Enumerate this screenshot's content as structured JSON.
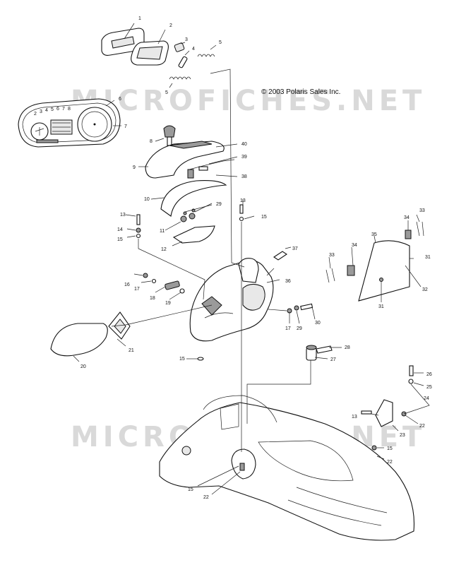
{
  "copyright": "© 2003 Polaris Sales Inc.",
  "watermarks": [
    "MICROFICHES.NET",
    "MICROFICHES.NET"
  ],
  "gauge_scale": [
    "2",
    "3",
    "4",
    "5",
    "6",
    "7",
    "8"
  ],
  "callouts": [
    "1",
    "2",
    "3",
    "4",
    "5",
    "5",
    "6",
    "7",
    "8",
    "9",
    "10",
    "11",
    "12",
    "13",
    "14",
    "15",
    "40",
    "39",
    "38",
    "13",
    "15",
    "29",
    "37",
    "36",
    "35",
    "34",
    "33",
    "34",
    "33",
    "31",
    "32",
    "31",
    "16",
    "17",
    "18",
    "19",
    "17",
    "29",
    "30",
    "21",
    "20",
    "15",
    "28",
    "27",
    "26",
    "25",
    "24",
    "13",
    "23",
    "22",
    "15",
    "22",
    "15",
    "22"
  ]
}
